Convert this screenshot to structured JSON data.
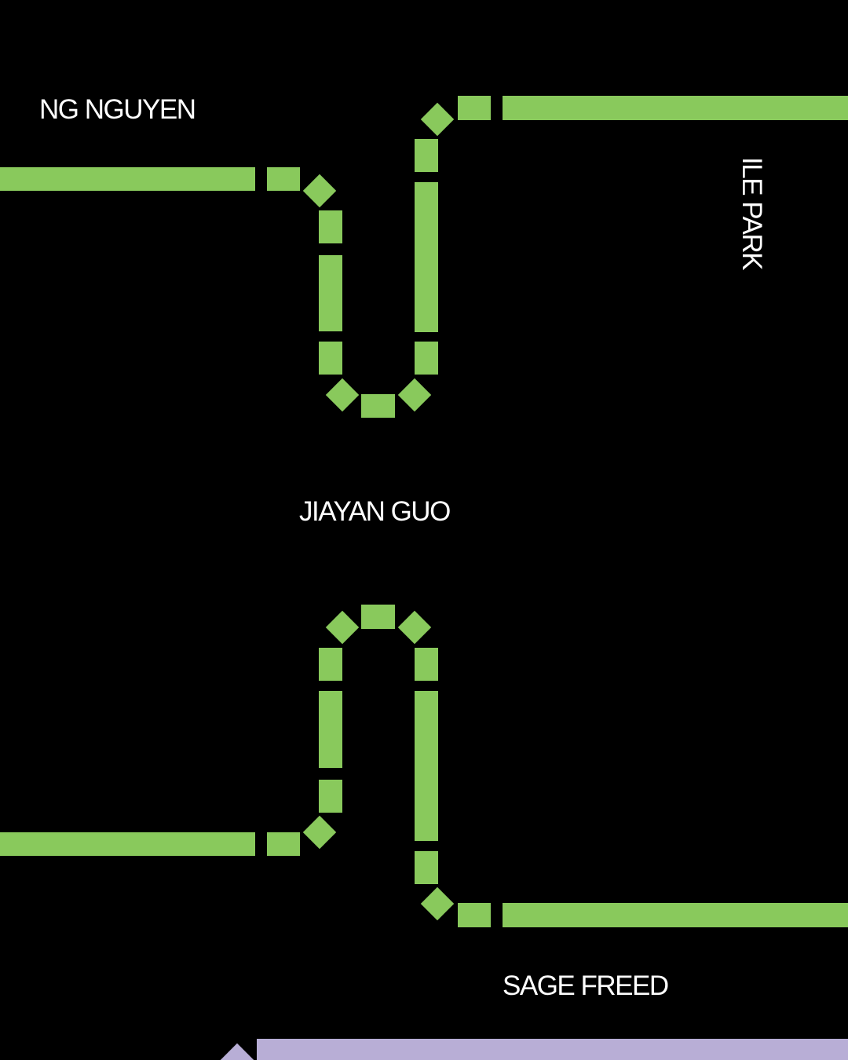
{
  "names": [
    "NG NGUYEN",
    "ILE PARK",
    "JIAYAN GUO",
    "SAGE FREED"
  ],
  "colors": {
    "background": "#000000",
    "text": "#ffffff",
    "green": "#89c95c",
    "lavender": "#b8aed6"
  }
}
